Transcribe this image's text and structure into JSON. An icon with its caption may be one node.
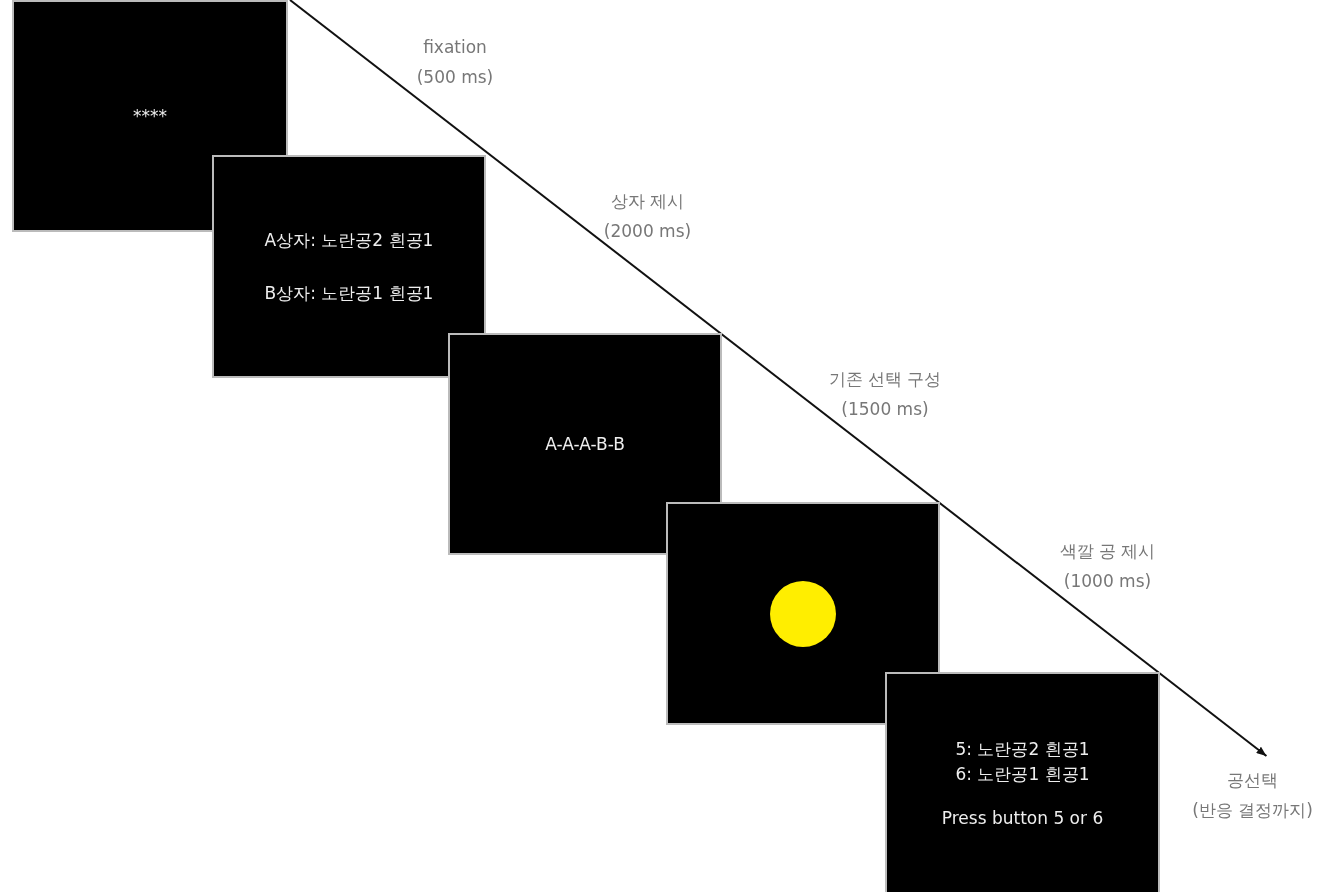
{
  "diagram": {
    "nodes": [
      {
        "text": [
          "****"
        ]
      },
      {
        "text": [
          "A상자: 노란공2 흰공1",
          "B상자: 노란공1 흰공1"
        ]
      },
      {
        "text": [
          "A-A-A-B-B"
        ]
      },
      {
        "text": [],
        "shape": "box"
      },
      {
        "text": [
          "5: 노란공2 흰공1",
          "6: 노란공1 흰공1",
          "Press button 5 or 6"
        ]
      },
      {
        "text": [
          "공선택",
          "(반응 결정까지)"
        ]
      }
    ],
    "edges": [
      {
        "from": 0,
        "to": 5,
        "arrow": "to"
      }
    ],
    "labels": [
      "fixation (500 ms)",
      "상자 제시 (2000 ms)",
      "기존 선택 구성 (1500 ms)",
      "색깔 공 제시 (1000 ms)"
    ]
  }
}
